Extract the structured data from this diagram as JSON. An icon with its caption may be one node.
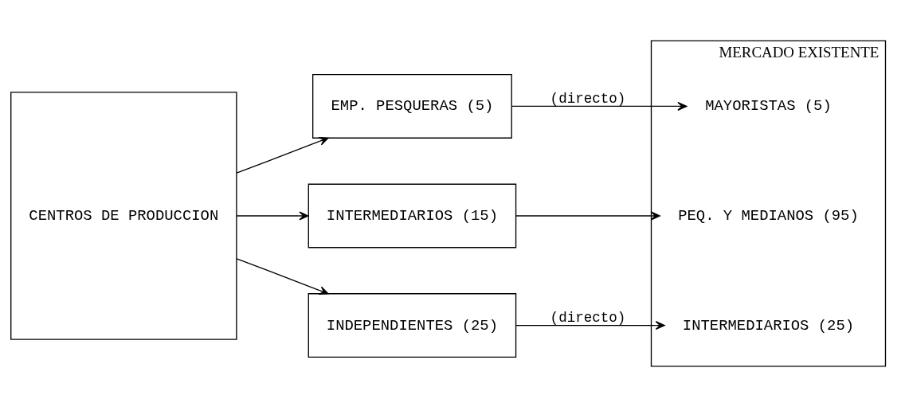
{
  "diagram": {
    "nodes": [
      {
        "text": [
          "CENTROS DE PRODUCCION"
        ]
      },
      {
        "text": [
          "EMP. PESQUERAS (5)"
        ]
      },
      {
        "text": [
          "INTERMEDIARIOS (15)"
        ]
      },
      {
        "text": [
          "INDEPENDIENTES (25)"
        ]
      },
      {
        "text": [
          "MERCADO EXISTENTE"
        ]
      },
      {
        "text": [
          "MAYORISTAS (5)"
        ],
        "in": 4
      },
      {
        "text": [
          "PEQ. Y MEDIANOS (95)"
        ],
        "in": 4
      },
      {
        "text": [
          "INTERMEDIARIOS (25)"
        ],
        "in": 4
      }
    ],
    "edges": [
      {
        "from": 0,
        "to": 1,
        "arrow": "to"
      },
      {
        "from": 0,
        "to": 2,
        "arrow": "to"
      },
      {
        "from": 0,
        "to": 3,
        "arrow": "to"
      },
      {
        "from": 1,
        "to": 5,
        "arrow": "to",
        "label": "(directo)"
      },
      {
        "from": 2,
        "to": 6,
        "arrow": "to"
      },
      {
        "from": 3,
        "to": 7,
        "arrow": "to",
        "label": "(directo)"
      }
    ]
  }
}
